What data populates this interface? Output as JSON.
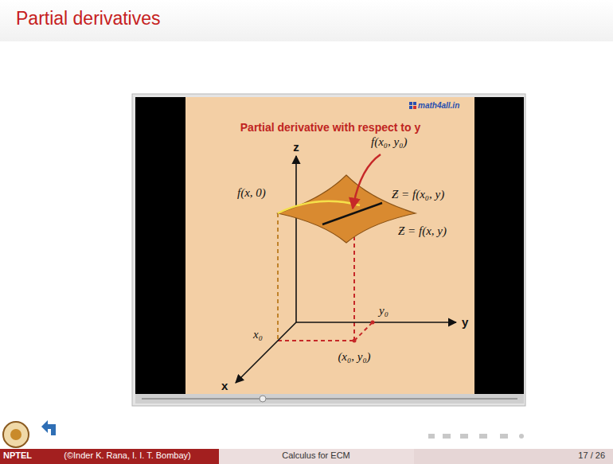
{
  "diagram": {
    "title": "Partial derivatives",
    "labels": [
      "math4all.in",
      "Partial derivative with respect to y",
      "z",
      "f(x₀, y₀)",
      "f(x, 0)",
      "Ƶ = f(x₀, y)",
      "Ƶ = f(x, y)",
      "y₀",
      "y",
      "x₀",
      "(x₀, y₀)",
      "x",
      "NPTEL",
      "(©Inder K. Rana, I. I. T. Bombay)",
      "Calculus for ECM",
      "17 / 26"
    ]
  }
}
